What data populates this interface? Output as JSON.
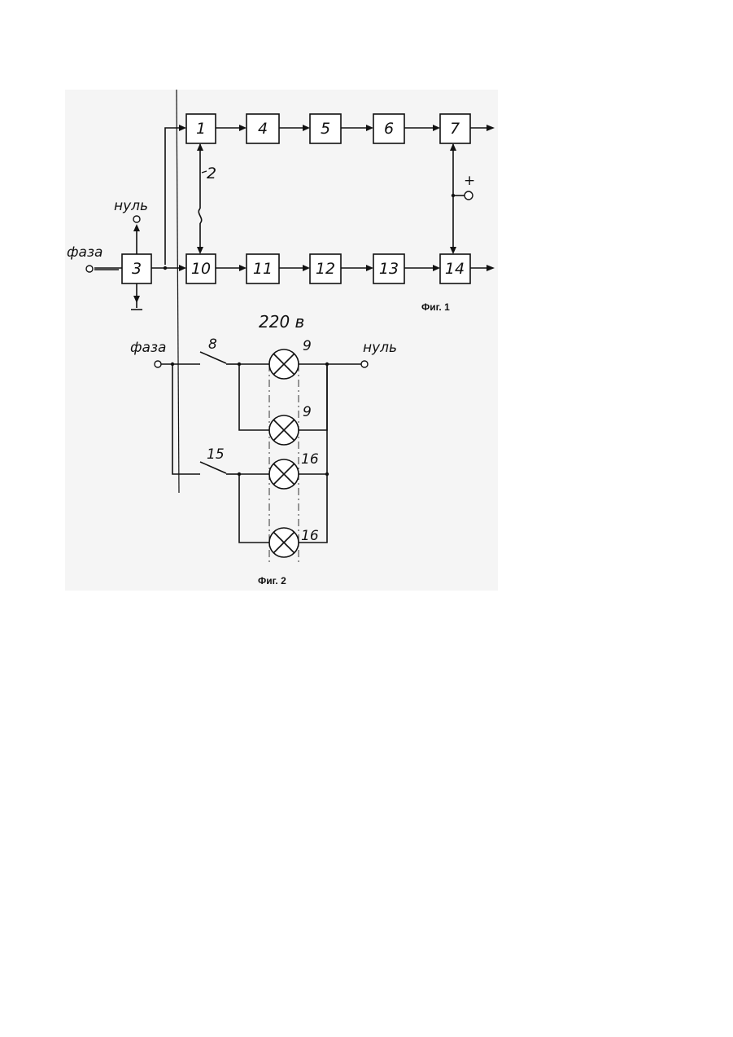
{
  "fig1": {
    "blocks": {
      "b1": "1",
      "b2": "2",
      "b3": "3",
      "b4": "4",
      "b5": "5",
      "b6": "6",
      "b7": "7",
      "b10": "10",
      "b11": "11",
      "b12": "12",
      "b13": "13",
      "b14": "14"
    },
    "labels": {
      "phase": "фаза",
      "zero": "нуль",
      "plus": "+"
    },
    "caption": "Фиг. 1"
  },
  "fig2": {
    "voltage": "220 в",
    "labels": {
      "phase": "фаза",
      "zero": "нуль"
    },
    "switch_a": "8",
    "switch_b": "15",
    "lamp_a1": "9",
    "lamp_a2": "9",
    "lamp_b1": "16",
    "lamp_b2": "16",
    "caption": "Фиг. 2"
  }
}
